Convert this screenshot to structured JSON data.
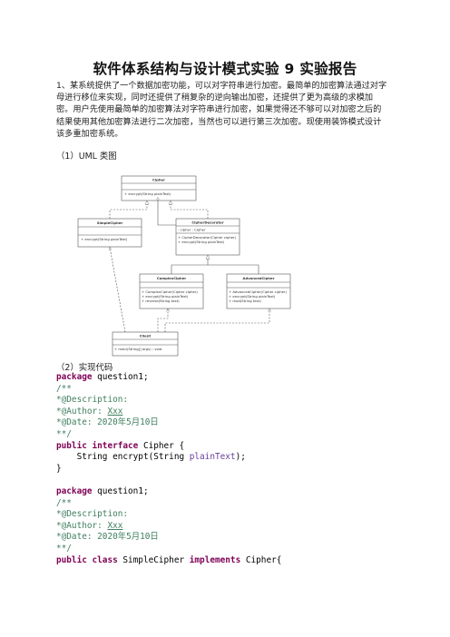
{
  "document": {
    "title": "软件体系结构与设计模式实验 9 实验报告",
    "intro_lines": [
      "1、某系统提供了一个数据加密功能，可以对字符串进行加密。最简单的加密算法通过对字",
      "母进行移位来实现，同时还提供了稍复杂的逆向输出加密，还提供了更为高级的求模加",
      "密。用户先使用最简单的加密算法对字符串进行加密，如果觉得还不够可以对加密之后的",
      "结果使用其他加密算法进行二次加密，当然也可以进行第三次加密。现使用装饰模式设计",
      "该多重加密系统。"
    ],
    "section1": "（1）UML 类图",
    "section2": "（2）实现代码"
  },
  "uml": {
    "cipher": {
      "name": "Cipher",
      "ops": "+ encrypt(String plainText)"
    },
    "simple": {
      "name": "SimpleCipher",
      "ops": "+ encrypt(String plainText)"
    },
    "decorator": {
      "name": "CipherDecorator",
      "attrs": "- cipher : Cipher",
      "ops1": "+ CipherDecorator(Cipher cipher)",
      "ops2": "+ encrypt(String plainText)"
    },
    "complex": {
      "name": "ComplexCipher",
      "ops1": "+ ComplexCipher(Cipher cipher)",
      "ops2": "+ encrypt(String plainText)",
      "ops3": "+ reverse(String text)"
    },
    "advanced": {
      "name": "AdvancedCipher",
      "ops1": "+ AdvancedCipher(Cipher cipher)",
      "ops2": "+ encrypt(String plainText)",
      "ops3": "+ mod(String text)"
    },
    "client": {
      "name": "Client",
      "ops": "+ main(String[] args) : void"
    }
  },
  "code": {
    "b1_pkg_kw": "package",
    "b1_pkg_rest": " question1;",
    "b1_c1": "/**",
    "b1_c2": "*@Description:",
    "b1_c3a": "*@Author: ",
    "b1_c3b": "Xxx",
    "b1_c4": "*@Date: 2020年5月10日",
    "b1_c5": "**/",
    "b1_decl_kw": "public interface",
    "b1_decl_rest": " Cipher {",
    "b1_m1": "    String encrypt(String ",
    "b1_m2": "plainText",
    "b1_m3": ");",
    "b1_close": "}",
    "b2_pkg_kw": "package",
    "b2_pkg_rest": " question1;",
    "b2_c1": "/**",
    "b2_c2": "*@Description:",
    "b2_c3a": "*@Author: ",
    "b2_c3b": "Xxx",
    "b2_c4": "*@Date: 2020年5月10日",
    "b2_c5": "**/",
    "b2_decl_kw1": "public class",
    "b2_decl_mid": " SimpleCipher ",
    "b2_decl_kw2": "implements",
    "b2_decl_rest": " Cipher{"
  }
}
